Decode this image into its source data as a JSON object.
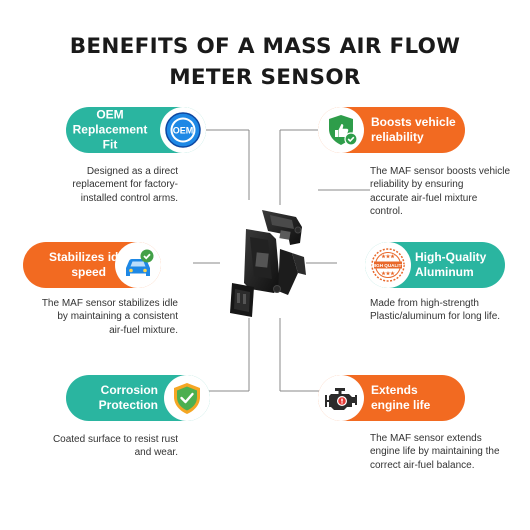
{
  "title": {
    "line1": "BENEFITS OF A MASS AIR FLOW",
    "line2": "METER SENSOR"
  },
  "colors": {
    "teal": "#2ab5a0",
    "orange": "#f26a21",
    "line": "#888888"
  },
  "benefits": [
    {
      "label_line1": "OEM",
      "label_line2": "Replacement Fit",
      "icon": "oem-badge-icon",
      "badge_text": "OEM",
      "color": "teal",
      "desc": [
        "Designed as a direct",
        "replacement for factory-",
        "installed control arms."
      ]
    },
    {
      "label_line1": "Boosts vehicle",
      "label_line2": "reliability",
      "icon": "thumbs-up-shield-icon",
      "color": "orange",
      "desc": [
        "The MAF sensor boosts vehicle",
        "reliability by ensuring",
        "accurate air-fuel mixture",
        "control."
      ]
    },
    {
      "label_line1": "Stabilizes idle",
      "label_line2": "speed",
      "icon": "car-check-icon",
      "color": "orange",
      "desc": [
        "The MAF sensor stabilizes idle",
        "by maintaining a consistent",
        "air-fuel mixture."
      ]
    },
    {
      "label_line1": "High-Quality",
      "label_line2": "Aluminum",
      "icon": "quality-stamp-icon",
      "badge_text": "HIGH QUALITY",
      "color": "teal",
      "desc": [
        "Made from high-strength",
        "Plastic/aluminum for long life."
      ]
    },
    {
      "label_line1": "Corrosion",
      "label_line2": "Protection",
      "icon": "shield-check-icon",
      "color": "teal",
      "desc": [
        "Coated surface to resist rust",
        "and wear."
      ]
    },
    {
      "label_line1": "Extends",
      "label_line2": "engine life",
      "icon": "engine-icon",
      "color": "orange",
      "desc": [
        "The MAF sensor extends",
        "engine life by maintaining the",
        "correct air-fuel balance."
      ]
    }
  ]
}
